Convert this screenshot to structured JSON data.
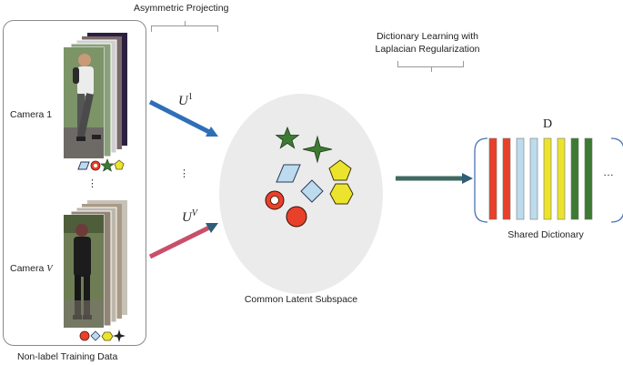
{
  "labels": {
    "asymmetric_projecting": "Asymmetric Projecting",
    "dictionary_learning_line1": "Dictionary Learning with",
    "dictionary_learning_line2": "Laplacian Regularization",
    "camera_1_prefix": "Camera ",
    "camera_1_index": "1",
    "camera_v_prefix": "Camera ",
    "camera_v_index": "V",
    "vertical_dots_left": "⋮",
    "vertical_dots_mid": "⋮",
    "non_label_training_data": "Non-label Training Data",
    "common_latent_subspace": "Common Latent Subspace",
    "shared_dictionary": "Shared Dictionary",
    "dictionary_symbol": "D",
    "ellipsis": "…",
    "u1_base": "U",
    "u1_sup": "1",
    "uv_base": "U",
    "uv_sup": "V"
  },
  "colors": {
    "arrow_u1": "#2f6fb8",
    "arrow_uv": "#c8506a",
    "arrow_out": "#3f6a62",
    "subspace_fill": "#ebebeb",
    "red": "#e8402a",
    "light_blue": "#bcdcee",
    "yellow": "#ece42c",
    "green": "#3d7a33"
  },
  "dictionary_atoms": [
    "red",
    "red",
    "light_blue",
    "light_blue",
    "yellow",
    "yellow",
    "green",
    "green"
  ],
  "icons": {
    "camera1_symbols": [
      "parallelogram-icon",
      "ring-icon",
      "star-icon",
      "pentagon-icon"
    ],
    "cameraV_symbols": [
      "circle-icon",
      "diamond-icon",
      "hexagon-icon",
      "four-point-star-icon"
    ]
  }
}
